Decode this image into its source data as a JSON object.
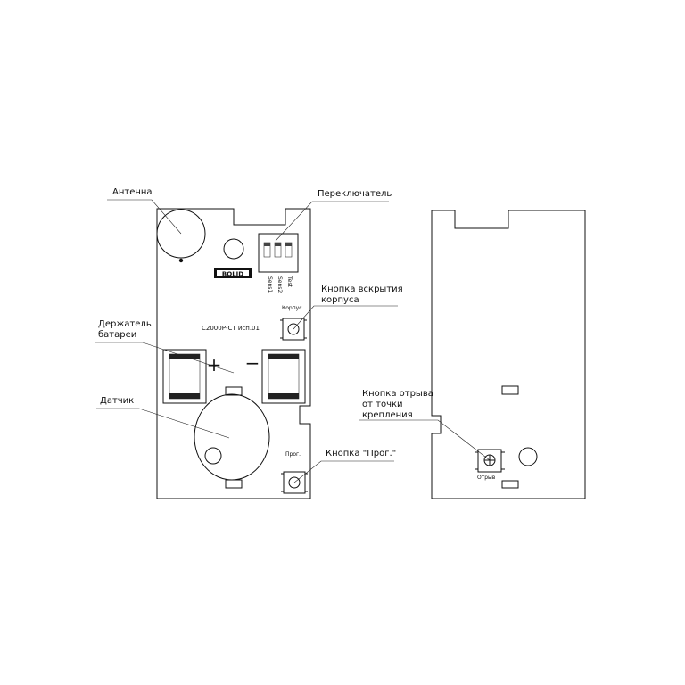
{
  "callouts": {
    "antenna": "Антенна",
    "switch": "Переключатель",
    "tamper_line1": "Кнопка вскрытия",
    "tamper_line2": "корпуса",
    "battery_line1": "Держатель",
    "battery_line2": "батареи",
    "sensor": "Датчик",
    "prog": "Кнопка \"Прог.\"",
    "breakoff_line1": "Кнопка отрыва",
    "breakoff_line2": "от точки",
    "breakoff_line3": "крепления"
  },
  "silkscreen": {
    "logo": "BOLID",
    "model": "С2000Р-СТ исп.01",
    "sens1": "Sens1",
    "sens2": "Sens2",
    "test": "Test",
    "case": "Корпус",
    "prog": "Прог.",
    "plus": "+",
    "minus": "−",
    "breakoff": "Отрыв"
  }
}
